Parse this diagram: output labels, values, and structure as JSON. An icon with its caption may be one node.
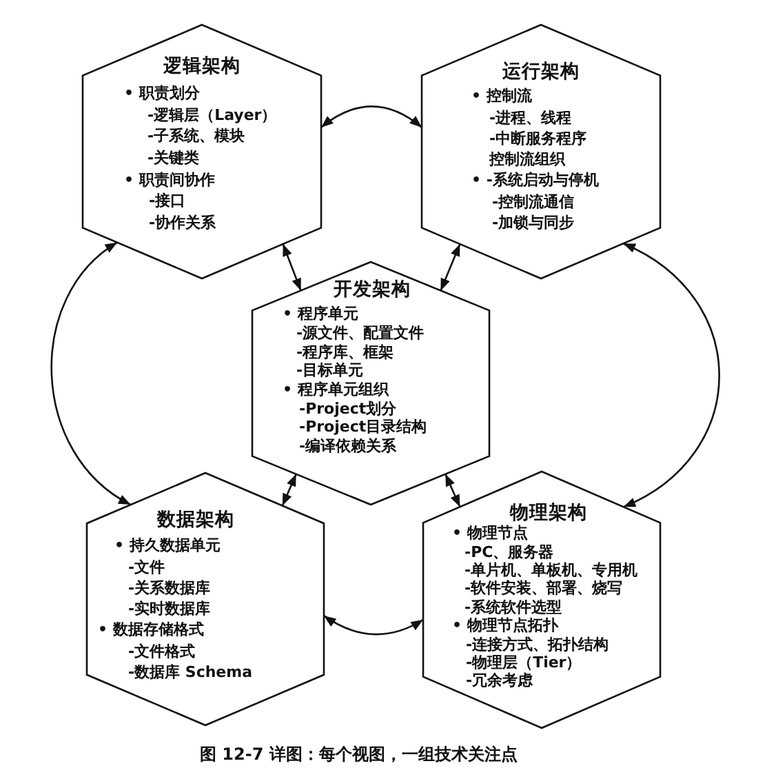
{
  "diagram": {
    "caption": "图 12-7 详图：每个视图，一组技术关注点",
    "nodes": [
      {
        "text": [
          "逻辑架构",
          "• 职责划分",
          "-逻辑层（Layer）",
          "-子系统、模块",
          "-关键类",
          "• 职责间协作",
          "-接口",
          "-协作关系"
        ]
      },
      {
        "text": [
          "运行架构",
          "• 控制流",
          "-进程、线程",
          "-中断服务程序",
          "控制流组织",
          "• -系统启动与停机",
          "-控制流通信",
          "-加锁与同步"
        ]
      },
      {
        "text": [
          "开发架构",
          "• 程序单元",
          "-源文件、配置文件",
          "-程序库、框架",
          "-目标单元",
          "• 程序单元组织",
          "-Project划分",
          "-Project目录结构",
          "-编译依赖关系"
        ]
      },
      {
        "text": [
          "数据架构",
          "• 持久数据单元",
          "-文件",
          "-关系数据库",
          "-实时数据库",
          "• 数据存储格式",
          "-文件格式",
          "-数据库 Schema"
        ]
      },
      {
        "text": [
          "物理架构",
          "• 物理节点",
          "-PC、服务器",
          "-单片机、单板机、专用机",
          "-软件安装、部署、烧写",
          "-系统软件选型",
          "• 物理节点拓扑",
          "-连接方式、拓扑结构",
          "-物理层（Tier）",
          "-冗余考虑"
        ]
      }
    ],
    "edges": [
      {
        "from": 0,
        "to": 1,
        "arrow": "both"
      },
      {
        "from": 0,
        "to": 2,
        "arrow": "both"
      },
      {
        "from": 1,
        "to": 2,
        "arrow": "both"
      },
      {
        "from": 0,
        "to": 3,
        "arrow": "both"
      },
      {
        "from": 1,
        "to": 4,
        "arrow": "both"
      },
      {
        "from": 2,
        "to": 3,
        "arrow": "both"
      },
      {
        "from": 2,
        "to": 4,
        "arrow": "both"
      },
      {
        "from": 3,
        "to": 4,
        "arrow": "both"
      }
    ]
  }
}
